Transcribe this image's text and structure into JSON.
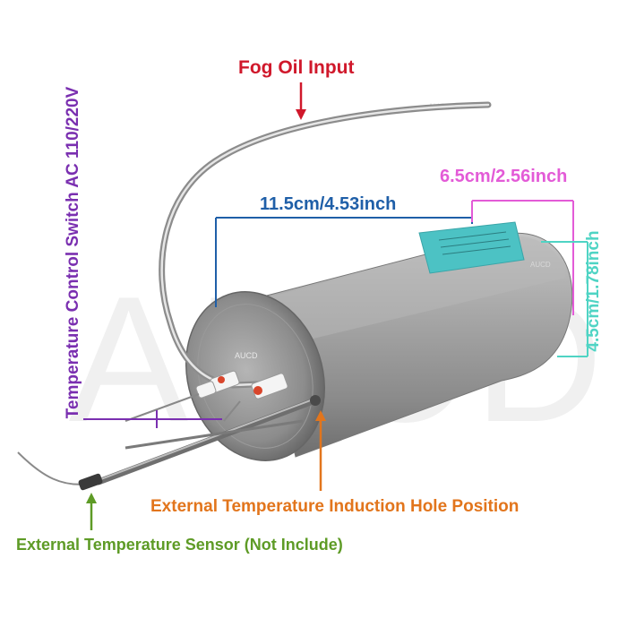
{
  "watermark": {
    "big": "AUCD",
    "small": "AUCD"
  },
  "labels": {
    "fog_oil_input": "Fog Oil Input",
    "length": "11.5cm/4.53inch",
    "width": "6.5cm/2.56inch",
    "height": "4.5cm/1.78inch",
    "temperature_control_switch": "Temperature Control Switch AC 110/220V",
    "external_hole": "External Temperature Induction Hole Position",
    "external_sensor": "External Temperature Sensor (Not Include)"
  },
  "colors": {
    "fog_oil_input": "#d0182b",
    "length": "#1f5fa8",
    "width": "#e35bd7",
    "height": "#4fd4c4",
    "temperature_control_switch": "#7a2fb0",
    "external_hole": "#e2751c",
    "external_sensor": "#5e9b26",
    "body_metal": "#9b9b9b",
    "sticker": "#4cc2c4"
  }
}
